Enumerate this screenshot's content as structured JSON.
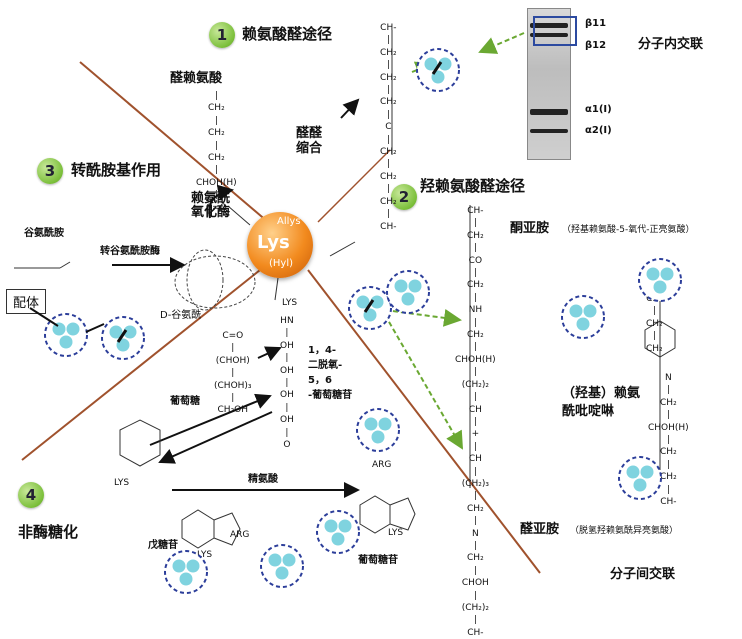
{
  "colors": {
    "badge": "#7bbf3a",
    "lys_ball": "#f28a1e",
    "divider": "#a0522d",
    "circle_fill": "#7fd3df",
    "circle_ring": "#2c3e9a",
    "green_arrow": "#6aa832",
    "gel_box": "#2c4aa0"
  },
  "pathways": {
    "p1": {
      "num": "1",
      "label": "赖氨酸醛途径"
    },
    "p2": {
      "num": "2",
      "label": "羟赖氨酸醛途径"
    },
    "p3": {
      "num": "3",
      "label": "转酰胺基作用"
    },
    "p4": {
      "num": "4",
      "label": "非酶糖化"
    }
  },
  "labels": {
    "allysine": "醛赖氨酸",
    "aldol": "醛醛\n缩合",
    "intra": "分子内交联",
    "inter": "分子间交联",
    "lysyl_oxidase": "赖氨酰\n氧化酶",
    "glutamine": "谷氨酰胺",
    "transglutaminase": "转谷氨酰胺酶",
    "ligand": "配体",
    "dglu": "D-谷氨酰",
    "glucose": "葡萄糖",
    "deoxy": "1，4-\n二脱氧-\n5，6\n-葡萄糖苷",
    "arginine": "精氨酸",
    "pentosidine": "戊糖苷",
    "glucosepane": "葡萄糖苷",
    "ketoimine": "酮亚胺",
    "ketoimine_note": "（羟基赖氨酸-5-氧代-正亮氨酸）",
    "pyridinoline": "（羟基）赖氨\n酰吡啶啉",
    "aldimine": "醛亚胺",
    "aldimine_note": "（脱氢羟赖氨酰异亮氨酸）",
    "lys": "Lys",
    "allys": "Allys",
    "hyl": "(Hyl)",
    "b11": "β11",
    "b12": "β12",
    "a1": "α1(I)",
    "a2": "α2(I)",
    "lys_small": "LYS",
    "arg_small": "ARG"
  }
}
